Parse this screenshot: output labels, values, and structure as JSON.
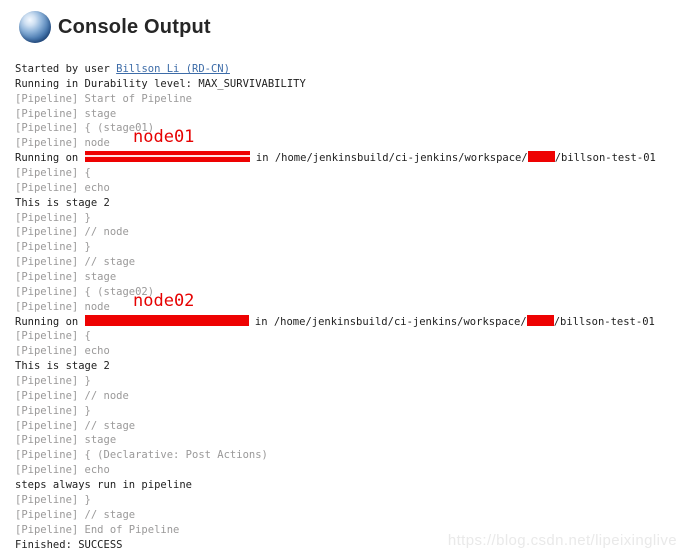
{
  "header": {
    "title": "Console Output",
    "icon": "blue-ball-icon"
  },
  "colors": {
    "pipeline_gray": "#9a9999",
    "console_black": "#1e1e1e",
    "link_blue": "#3d6ca8",
    "redaction_red": "#ee0202",
    "annotation_red": "#e60202",
    "watermark_gray": "#e9e9e9"
  },
  "console": {
    "lines": [
      [
        {
          "t": "Started by user ",
          "s": "black"
        },
        {
          "t": "Billson Li (RD-CN)",
          "s": "link"
        }
      ],
      [
        {
          "t": "Running in Durability level: MAX_SURVIVABILITY",
          "s": "black"
        }
      ],
      [
        {
          "t": "[Pipeline] Start of Pipeline",
          "s": "gray"
        }
      ],
      [
        {
          "t": "[Pipeline] stage",
          "s": "gray"
        }
      ],
      [
        {
          "t": "[Pipeline] { (stage01)",
          "s": "gray"
        }
      ],
      [
        {
          "t": "[Pipeline] node",
          "s": "gray"
        },
        {
          "t": "node01",
          "s": "annotation"
        }
      ],
      [
        {
          "t": "Running on ",
          "s": "black"
        },
        {
          "s": "redaction",
          "variant": "striped",
          "w": 165
        },
        {
          "t": " in /home/jenkinsbuild/ci-jenkins/workspace/",
          "s": "black"
        },
        {
          "s": "redaction",
          "variant": "solid",
          "w": 27
        },
        {
          "t": "/billson-test-01",
          "s": "black"
        }
      ],
      [
        {
          "t": "[Pipeline] {",
          "s": "gray"
        }
      ],
      [
        {
          "t": "[Pipeline] echo",
          "s": "gray"
        }
      ],
      [
        {
          "t": "This is stage 2",
          "s": "black"
        }
      ],
      [
        {
          "t": "[Pipeline] }",
          "s": "gray"
        }
      ],
      [
        {
          "t": "[Pipeline] // node",
          "s": "gray"
        }
      ],
      [
        {
          "t": "[Pipeline] }",
          "s": "gray"
        }
      ],
      [
        {
          "t": "[Pipeline] // stage",
          "s": "gray"
        }
      ],
      [
        {
          "t": "[Pipeline] stage",
          "s": "gray"
        }
      ],
      [
        {
          "t": "[Pipeline] { (stage02)",
          "s": "gray"
        }
      ],
      [
        {
          "t": "[Pipeline] node",
          "s": "gray"
        },
        {
          "t": "node02",
          "s": "annotation"
        }
      ],
      [
        {
          "t": "Running on ",
          "s": "black"
        },
        {
          "s": "redaction",
          "variant": "solid",
          "w": 164
        },
        {
          "t": " in /home/jenkinsbuild/ci-jenkins/workspace/",
          "s": "black"
        },
        {
          "s": "redaction",
          "variant": "solid",
          "w": 27
        },
        {
          "t": "/billson-test-01",
          "s": "black"
        }
      ],
      [
        {
          "t": "[Pipeline] {",
          "s": "gray"
        }
      ],
      [
        {
          "t": "[Pipeline] echo",
          "s": "gray"
        }
      ],
      [
        {
          "t": "This is stage 2",
          "s": "black"
        }
      ],
      [
        {
          "t": "[Pipeline] }",
          "s": "gray"
        }
      ],
      [
        {
          "t": "[Pipeline] // node",
          "s": "gray"
        }
      ],
      [
        {
          "t": "[Pipeline] }",
          "s": "gray"
        }
      ],
      [
        {
          "t": "[Pipeline] // stage",
          "s": "gray"
        }
      ],
      [
        {
          "t": "[Pipeline] stage",
          "s": "gray"
        }
      ],
      [
        {
          "t": "[Pipeline] { (Declarative: Post Actions)",
          "s": "gray"
        }
      ],
      [
        {
          "t": "[Pipeline] echo",
          "s": "gray"
        }
      ],
      [
        {
          "t": "steps always run in pipeline",
          "s": "black"
        }
      ],
      [
        {
          "t": "[Pipeline] }",
          "s": "gray"
        }
      ],
      [
        {
          "t": "[Pipeline] // stage",
          "s": "gray"
        }
      ],
      [
        {
          "t": "[Pipeline] End of Pipeline",
          "s": "gray"
        }
      ],
      [
        {
          "t": "Finished: SUCCESS",
          "s": "black"
        }
      ]
    ]
  },
  "watermark": {
    "text": "https://blog.csdn.net/lipeixinglive"
  }
}
